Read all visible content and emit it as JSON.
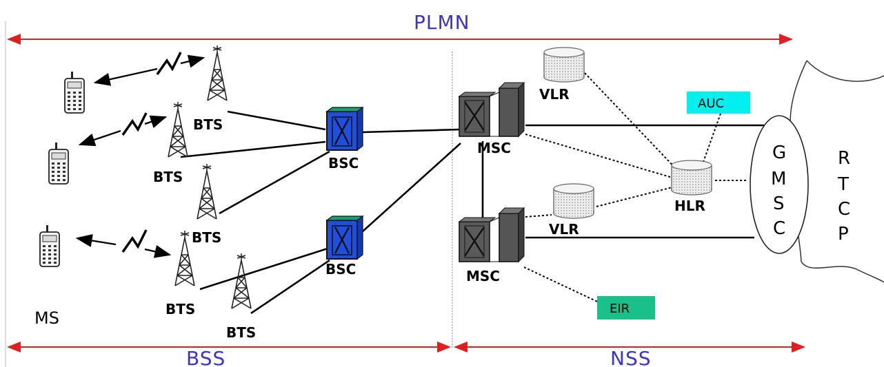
{
  "regions": {
    "plmn": "PLMN",
    "bss": "BSS",
    "nss": "NSS"
  },
  "nodes": {
    "ms": "MS",
    "bts": "BTS",
    "bsc": "BSC",
    "msc": "MSC",
    "vlr": "VLR",
    "hlr": "HLR",
    "auc": "AUC",
    "eir": "EIR",
    "gmsc": [
      "G",
      "M",
      "S",
      "C"
    ],
    "rtcp": [
      "R",
      "T",
      "C",
      "P"
    ]
  },
  "colors": {
    "arrow": "#e02020",
    "region_label": "#3a35c8",
    "bsc": "#1f4fe0",
    "auc": "#00f0f0",
    "eir": "#1abf8a",
    "equipment": "#555555"
  }
}
